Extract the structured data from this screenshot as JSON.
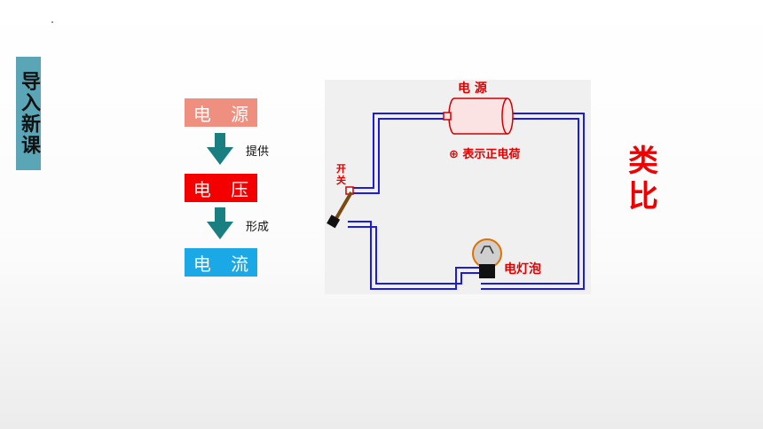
{
  "side_title": "导入新课",
  "flow": {
    "source": "电 源",
    "provides": "提供",
    "voltage": "电 压",
    "forms": "形成",
    "current": "电 流"
  },
  "diagram": {
    "power_label": "电 源",
    "positive_charge": "⊕ 表示正电荷",
    "switch_label_1": "开",
    "switch_label_2": "关",
    "bulb_label": "电灯泡"
  },
  "analogy_1": "类",
  "analogy_2": "比",
  "colors": {
    "side_title_bg": "#5aa5b6",
    "source_box": "#ef8f80",
    "voltage_box": "#f40000",
    "current_box": "#1aa8e6",
    "arrow": "#1a7f80",
    "wire": "#1c1ce0",
    "accent_red": "#f00000"
  }
}
